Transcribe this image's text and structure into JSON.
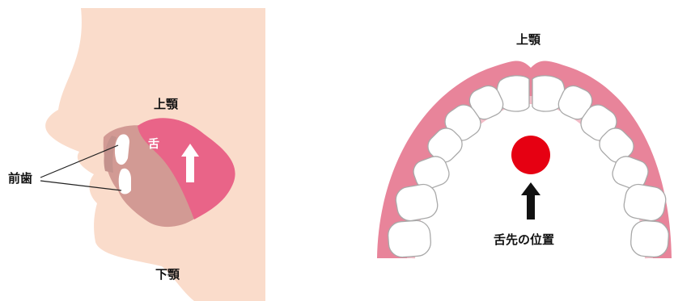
{
  "side_view": {
    "upper_jaw_label": "上顎",
    "lower_jaw_label": "下顎",
    "front_teeth_label": "前歯",
    "tongue_label": "舌"
  },
  "top_view": {
    "upper_jaw_label": "上顎",
    "tongue_tip_label": "舌先の位置"
  },
  "colors": {
    "skin": "#fadccb",
    "tongue": "#e96488",
    "inner_mouth": "#d29a94",
    "gum": "#e8849a",
    "gum_light": "#f4bdc8",
    "tooth": "#ffffff",
    "tooth_outline": "#a9a9a9",
    "dot": "#e60012",
    "arrow": "#111111"
  }
}
